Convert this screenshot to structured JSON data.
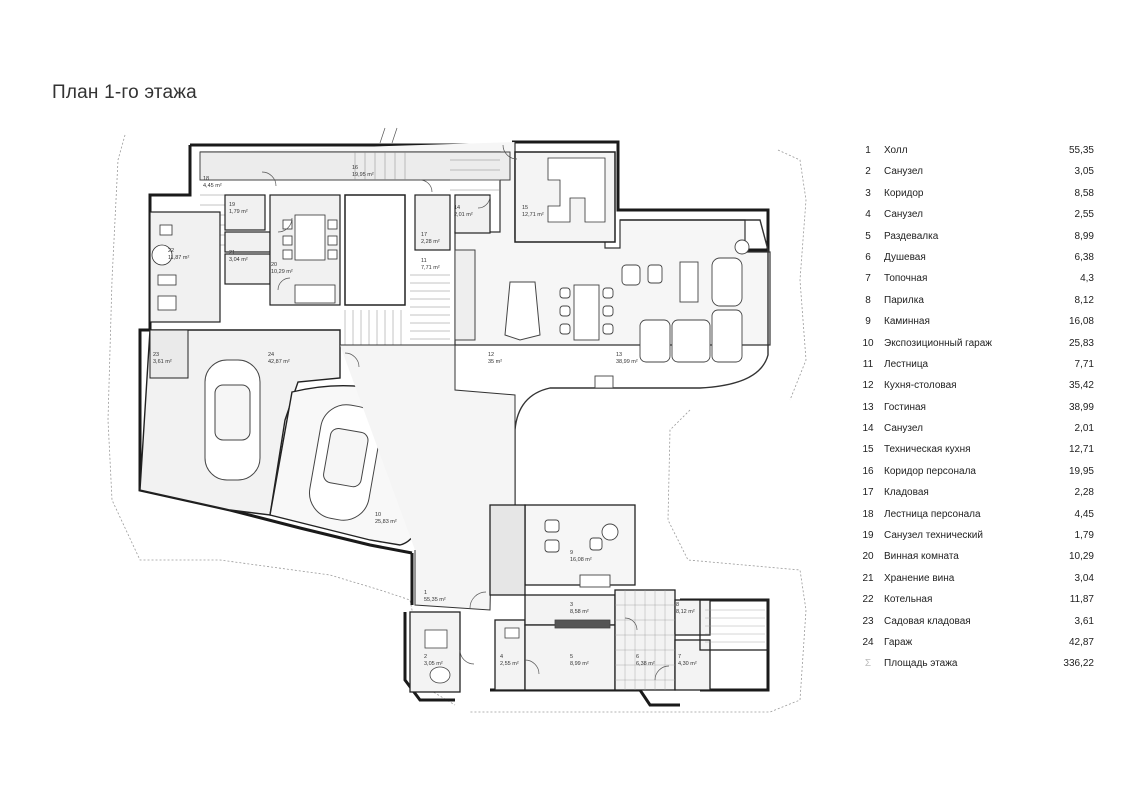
{
  "title": "План 1-го этажа",
  "legend": [
    {
      "num": "1",
      "name": "Холл",
      "area": "55,35"
    },
    {
      "num": "2",
      "name": "Санузел",
      "area": "3,05"
    },
    {
      "num": "3",
      "name": "Коридор",
      "area": "8,58"
    },
    {
      "num": "4",
      "name": "Санузел",
      "area": "2,55"
    },
    {
      "num": "5",
      "name": "Раздевалка",
      "area": "8,99"
    },
    {
      "num": "6",
      "name": "Душевая",
      "area": "6,38"
    },
    {
      "num": "7",
      "name": "Топочная",
      "area": "4,3"
    },
    {
      "num": "8",
      "name": "Парилка",
      "area": "8,12"
    },
    {
      "num": "9",
      "name": "Каминная",
      "area": "16,08"
    },
    {
      "num": "10",
      "name": "Экспозиционный гараж",
      "area": "25,83"
    },
    {
      "num": "11",
      "name": "Лестница",
      "area": "7,71"
    },
    {
      "num": "12",
      "name": "Кухня-столовая",
      "area": "35,42"
    },
    {
      "num": "13",
      "name": "Гостиная",
      "area": "38,99"
    },
    {
      "num": "14",
      "name": "Санузел",
      "area": "2,01"
    },
    {
      "num": "15",
      "name": "Техническая кухня",
      "area": "12,71"
    },
    {
      "num": "16",
      "name": "Коридор персонала",
      "area": "19,95"
    },
    {
      "num": "17",
      "name": "Кладовая",
      "area": "2,28"
    },
    {
      "num": "18",
      "name": "Лестница персонала",
      "area": "4,45"
    },
    {
      "num": "19",
      "name": "Санузел технический",
      "area": "1,79"
    },
    {
      "num": "20",
      "name": "Винная комната",
      "area": "10,29"
    },
    {
      "num": "21",
      "name": "Хранение вина",
      "area": "3,04"
    },
    {
      "num": "22",
      "name": "Котельная",
      "area": "11,87"
    },
    {
      "num": "23",
      "name": "Садовая кладовая",
      "area": "3,61"
    },
    {
      "num": "24",
      "name": "Гараж",
      "area": "42,87"
    },
    {
      "num": "Σ",
      "name": "Площадь этажа",
      "area": "336,22"
    }
  ],
  "room_labels": [
    {
      "num": "1",
      "area": "55,35 m²"
    },
    {
      "num": "2",
      "area": "3,05 m²"
    },
    {
      "num": "3",
      "area": "8,58 m²"
    },
    {
      "num": "4",
      "area": "2,55 m²"
    },
    {
      "num": "5",
      "area": "8,99 m²"
    },
    {
      "num": "6",
      "area": "6,38 m²"
    },
    {
      "num": "7",
      "area": "4,30 m²"
    },
    {
      "num": "8",
      "area": "8,12 m²"
    },
    {
      "num": "9",
      "area": "16,08 m²"
    },
    {
      "num": "10",
      "area": "25,83 m²"
    },
    {
      "num": "11",
      "area": "7,71 m²"
    },
    {
      "num": "12",
      "area": "35 m²"
    },
    {
      "num": "13",
      "area": "38,99 m²"
    },
    {
      "num": "14",
      "area": "2,01 m²"
    },
    {
      "num": "15",
      "area": "12,71 m²"
    },
    {
      "num": "16",
      "area": "19,95 m²"
    },
    {
      "num": "17",
      "area": "2,28 m²"
    },
    {
      "num": "18",
      "area": "4,45 m²"
    },
    {
      "num": "19",
      "area": "1,79 m²"
    },
    {
      "num": "20",
      "area": "10,29 m²"
    },
    {
      "num": "21",
      "area": "3,04 m²"
    },
    {
      "num": "22",
      "area": "11,87 m²"
    },
    {
      "num": "23",
      "area": "3,61 m²"
    },
    {
      "num": "24",
      "area": "42,87 m²"
    }
  ]
}
